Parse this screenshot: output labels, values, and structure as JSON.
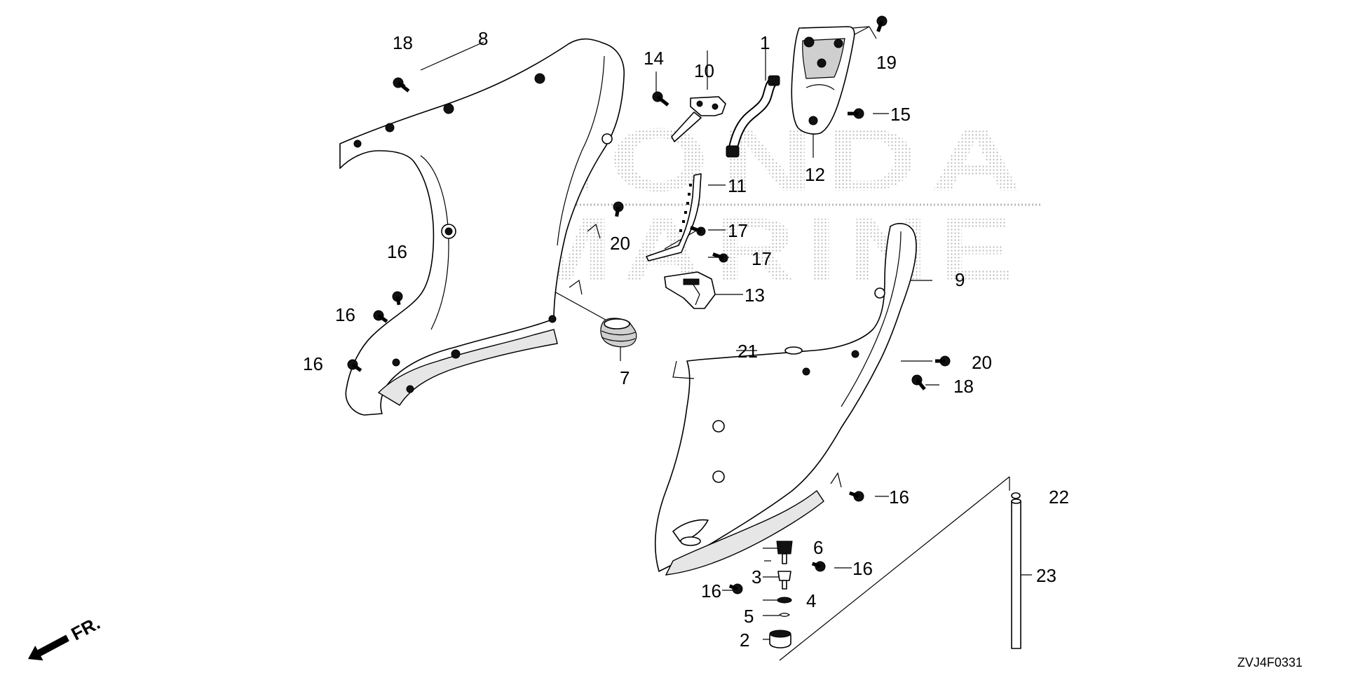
{
  "watermark": {
    "line1": "HONDA",
    "line2": "MARINE"
  },
  "diagram_code": "ZVJ4F0331",
  "front_arrow_label": "FR.",
  "callouts": {
    "c1": "1",
    "c2": "2",
    "c3": "3",
    "c4": "4",
    "c5": "5",
    "c6": "6",
    "c7": "7",
    "c8": "8",
    "c9": "9",
    "c10": "10",
    "c11": "11",
    "c12": "12",
    "c13": "13",
    "c14": "14",
    "c15": "15",
    "c16a": "16",
    "c16b": "16",
    "c16c": "16",
    "c16d": "16",
    "c16e": "16",
    "c16f": "16",
    "c17a": "17",
    "c17b": "17",
    "c18a": "18",
    "c18b": "18",
    "c19": "19",
    "c20a": "20",
    "c20b": "20",
    "c21": "21",
    "c22": "22",
    "c23": "23"
  }
}
